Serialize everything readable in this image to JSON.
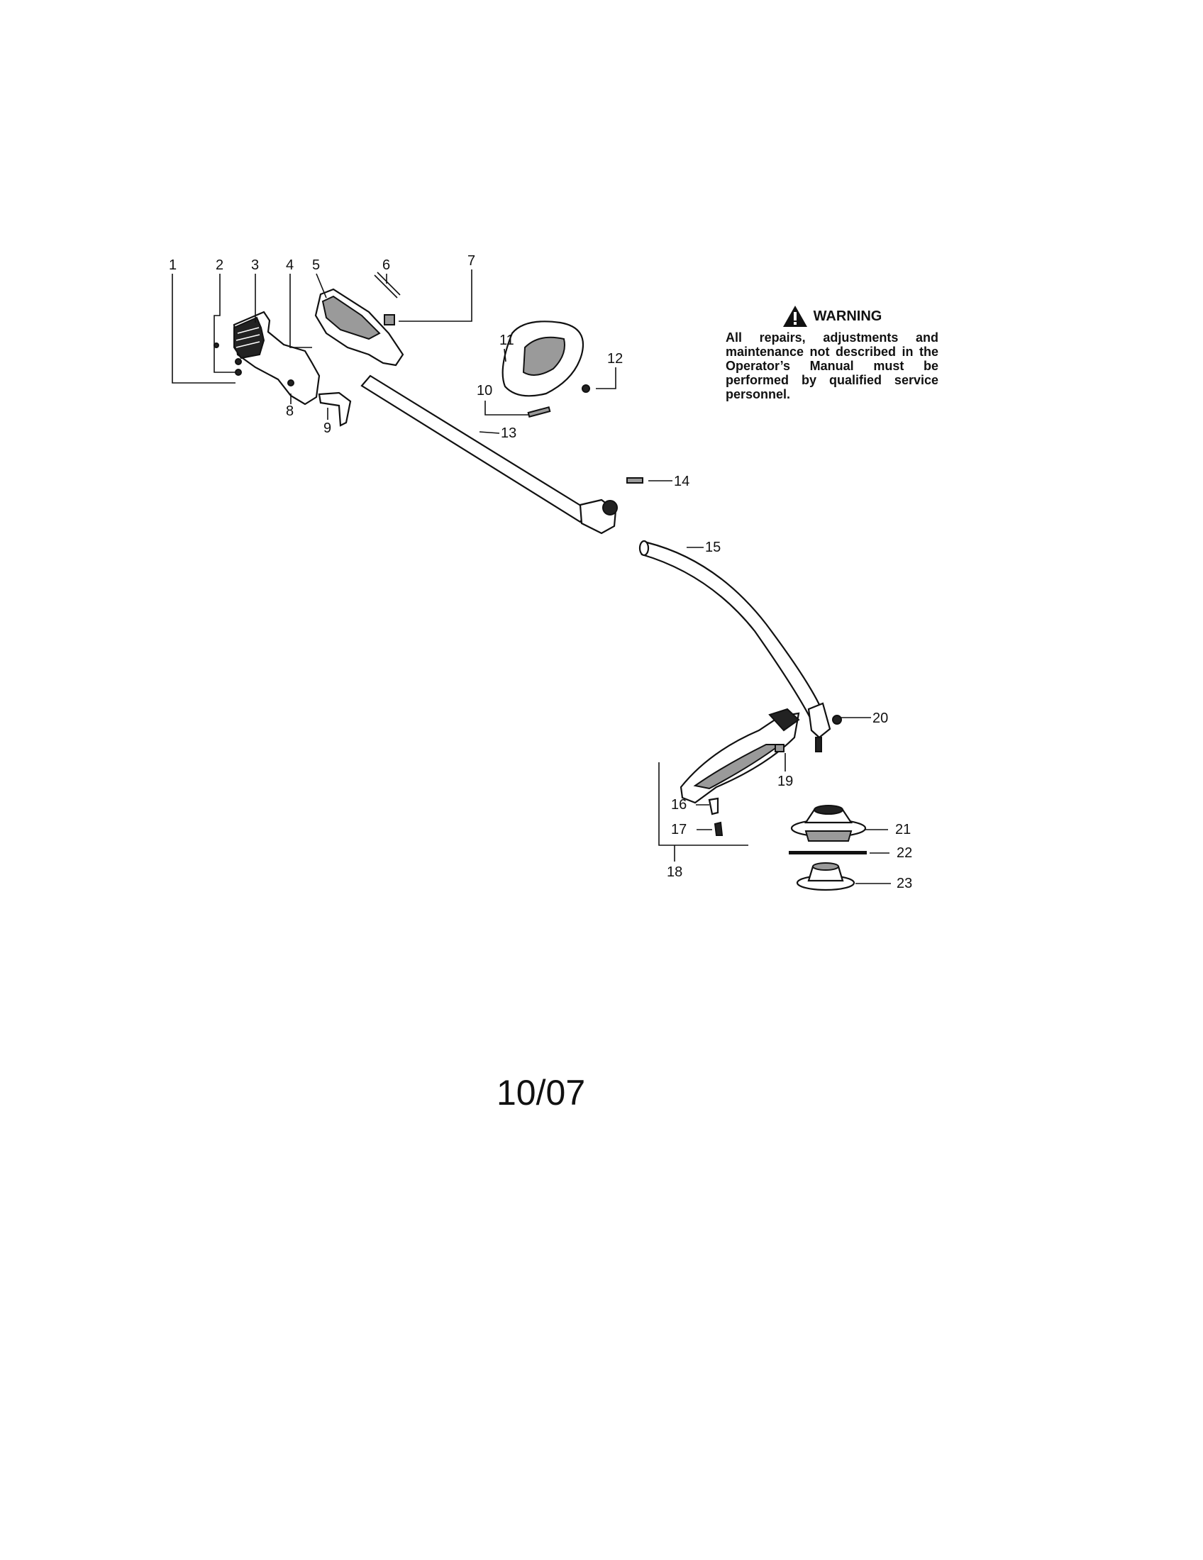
{
  "callouts": [
    "1",
    "2",
    "3",
    "4",
    "5",
    "6",
    "7",
    "8",
    "9",
    "10",
    "11",
    "12",
    "13",
    "14",
    "15",
    "16",
    "17",
    "18",
    "19",
    "20",
    "21",
    "22",
    "23"
  ],
  "warning": {
    "title": "WARNING",
    "body": "All repairs, adjustments and maintenance not described in the Operator’s Manual must be performed by qualified service personnel."
  },
  "date_stamp": "10/07"
}
